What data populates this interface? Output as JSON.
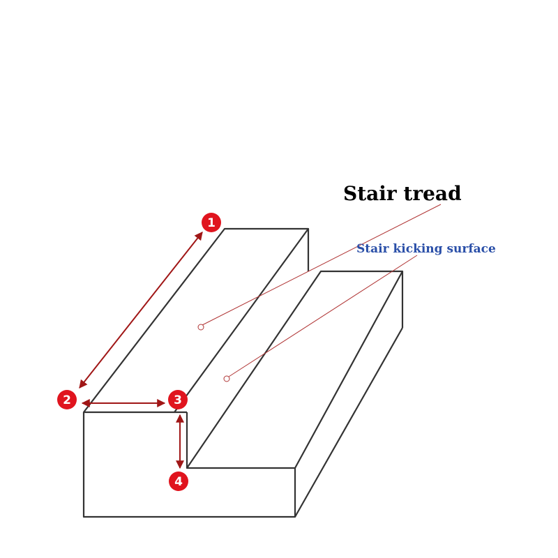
{
  "labels": {
    "tread": "Stair tread",
    "kicking_surface": "Stair kicking surface"
  },
  "markers": [
    {
      "id": "1"
    },
    {
      "id": "2"
    },
    {
      "id": "3"
    },
    {
      "id": "4"
    }
  ],
  "colors": {
    "outline": "#333333",
    "marker": "#e0141e",
    "arrow": "#a01616",
    "leader": "#b03535",
    "tread_label": "#000000",
    "kicking_label": "#2a4fa8"
  }
}
